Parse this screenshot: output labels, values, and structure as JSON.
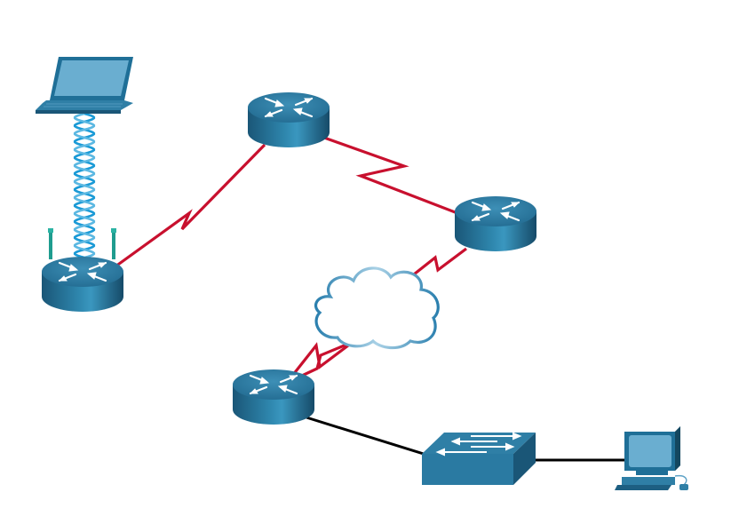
{
  "diagram": {
    "type": "network-topology",
    "colors": {
      "background": "#ffffff",
      "device_top": "#2f7fa6",
      "device_side": "#1d5f82",
      "device_dark": "#14475f",
      "screen": "#6aaed0",
      "serial_link": "#c8102e",
      "ethernet_link": "#000000",
      "wireless": "#1a9ad6",
      "antenna": "#1f9c8f",
      "cloud_stroke": "#3a8ab5"
    },
    "nodes": [
      {
        "id": "laptop",
        "kind": "laptop",
        "label": ""
      },
      {
        "id": "wireless-router",
        "kind": "wireless-router",
        "label": ""
      },
      {
        "id": "router-top",
        "kind": "router",
        "label": ""
      },
      {
        "id": "router-right",
        "kind": "router",
        "label": ""
      },
      {
        "id": "router-bottom",
        "kind": "router",
        "label": ""
      },
      {
        "id": "wan-cloud",
        "kind": "cloud",
        "label": ""
      },
      {
        "id": "switch",
        "kind": "switch",
        "label": ""
      },
      {
        "id": "pc",
        "kind": "pc",
        "label": ""
      }
    ],
    "links": [
      {
        "from": "laptop",
        "to": "wireless-router",
        "type": "wireless"
      },
      {
        "from": "wireless-router",
        "to": "router-top",
        "type": "serial"
      },
      {
        "from": "router-top",
        "to": "router-right",
        "type": "serial"
      },
      {
        "from": "router-right",
        "to": "wan-cloud",
        "type": "serial"
      },
      {
        "from": "wan-cloud",
        "to": "router-bottom",
        "type": "serial"
      },
      {
        "from": "router-bottom",
        "to": "switch",
        "type": "ethernet"
      },
      {
        "from": "switch",
        "to": "pc",
        "type": "ethernet"
      }
    ]
  }
}
